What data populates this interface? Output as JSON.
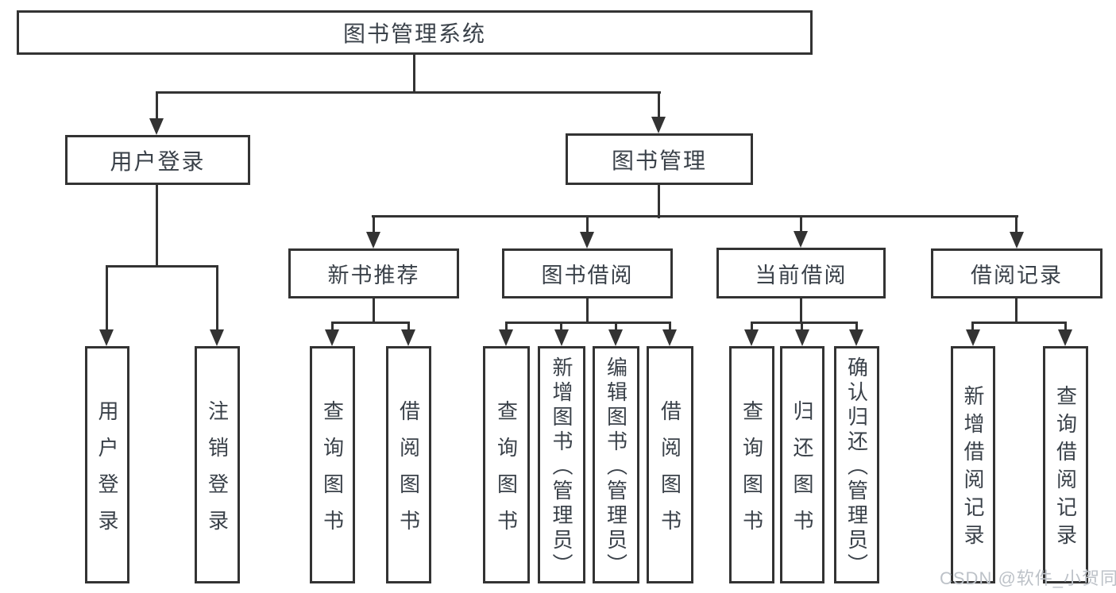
{
  "nodes": {
    "root": "图书管理系统",
    "login": "用户登录",
    "management": "图书管理",
    "newbook": "新书推荐",
    "borrow": "图书借阅",
    "current": "当前借阅",
    "records": "借阅记录"
  },
  "leaves": {
    "login": [
      "用户登录",
      "注销登录"
    ],
    "newbook": [
      "查询图书",
      "借阅图书"
    ],
    "borrow": [
      "查询图书",
      "新增图书（管理员）",
      "编辑图书（管理员）",
      "借阅图书"
    ],
    "current": [
      "查询图书",
      "归还图书",
      "确认归还（管理员）"
    ],
    "records": [
      "新增借阅记录",
      "查询借阅记录"
    ]
  },
  "watermark": "CSDN @软件_小贺同学",
  "colors": {
    "line": "#333333",
    "text": "#3a4149",
    "watermark": "#bdc2c8"
  }
}
